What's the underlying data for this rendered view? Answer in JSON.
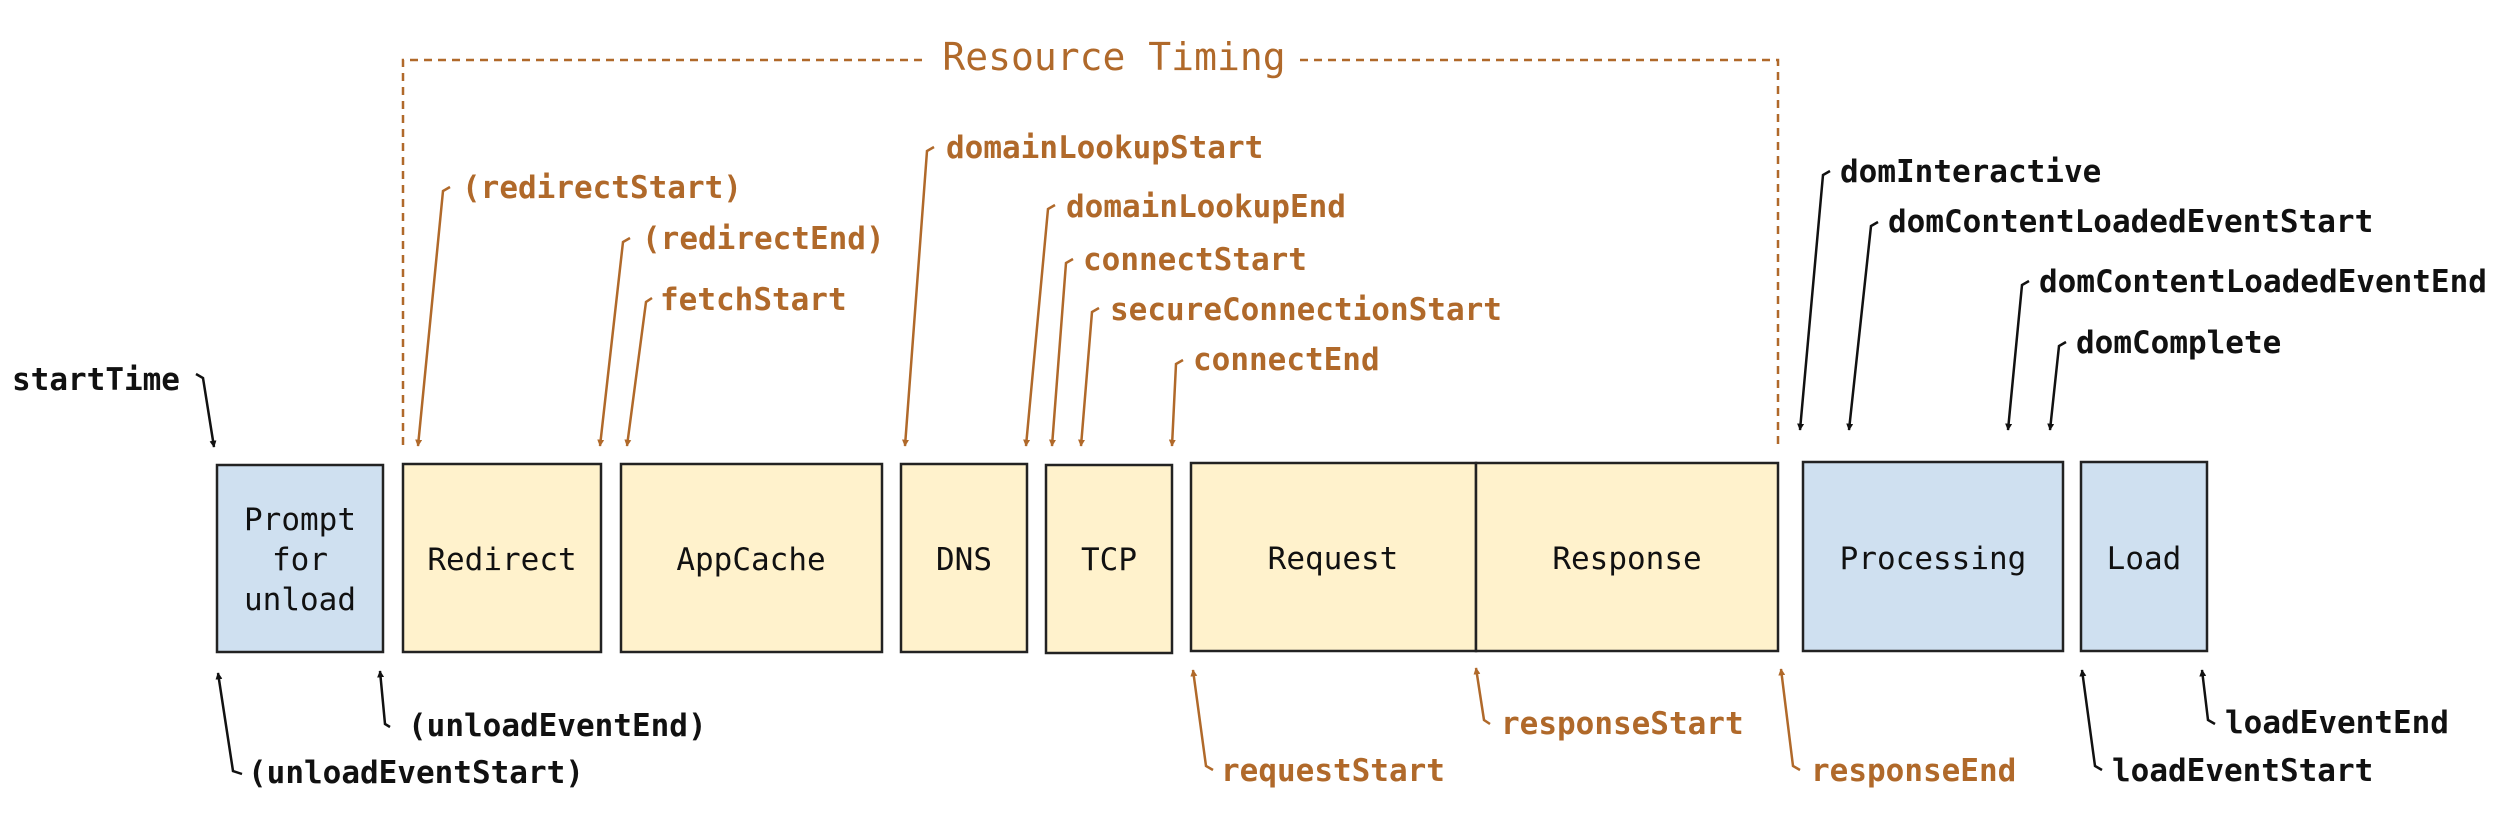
{
  "colors": {
    "orange": "#b0692a",
    "black": "#111111",
    "blue_fill": "#cfe0f0",
    "yellow_fill": "#fff2cc",
    "box_stroke": "#222222"
  },
  "resource_timing_label": "Resource Timing",
  "boxes": [
    {
      "id": "prompt",
      "lines": [
        "Prompt",
        "for",
        "unload"
      ],
      "fill": "blue"
    },
    {
      "id": "redirect",
      "lines": [
        "Redirect"
      ],
      "fill": "yellow"
    },
    {
      "id": "appcache",
      "lines": [
        "AppCache"
      ],
      "fill": "yellow"
    },
    {
      "id": "dns",
      "lines": [
        "DNS"
      ],
      "fill": "yellow"
    },
    {
      "id": "tcp",
      "lines": [
        "TCP"
      ],
      "fill": "yellow"
    },
    {
      "id": "request",
      "lines": [
        "Request"
      ],
      "fill": "yellow"
    },
    {
      "id": "response",
      "lines": [
        "Response"
      ],
      "fill": "yellow"
    },
    {
      "id": "processing",
      "lines": [
        "Processing"
      ],
      "fill": "blue"
    },
    {
      "id": "load",
      "lines": [
        "Load"
      ],
      "fill": "blue"
    }
  ],
  "markers": [
    {
      "id": "startTime",
      "text": "startTime",
      "color": "black"
    },
    {
      "id": "unloadEventStart",
      "text": "(unloadEventStart)",
      "color": "black"
    },
    {
      "id": "unloadEventEnd",
      "text": "(unloadEventEnd)",
      "color": "black"
    },
    {
      "id": "redirectStart",
      "text": "(redirectStart)",
      "color": "orange"
    },
    {
      "id": "redirectEnd",
      "text": "(redirectEnd)",
      "color": "orange"
    },
    {
      "id": "fetchStart",
      "text": "fetchStart",
      "color": "orange"
    },
    {
      "id": "domainLookupStart",
      "text": "domainLookupStart",
      "color": "orange"
    },
    {
      "id": "domainLookupEnd",
      "text": "domainLookupEnd",
      "color": "orange"
    },
    {
      "id": "connectStart",
      "text": "connectStart",
      "color": "orange"
    },
    {
      "id": "secureConnectionStart",
      "text": "secureConnectionStart",
      "color": "orange"
    },
    {
      "id": "connectEnd",
      "text": "connectEnd",
      "color": "orange"
    },
    {
      "id": "requestStart",
      "text": "requestStart",
      "color": "orange"
    },
    {
      "id": "responseStart",
      "text": "responseStart",
      "color": "orange"
    },
    {
      "id": "responseEnd",
      "text": "responseEnd",
      "color": "orange"
    },
    {
      "id": "domInteractive",
      "text": "domInteractive",
      "color": "black"
    },
    {
      "id": "domContentLoadedEventStart",
      "text": "domContentLoadedEventStart",
      "color": "black"
    },
    {
      "id": "domContentLoadedEventEnd",
      "text": "domContentLoadedEventEnd",
      "color": "black"
    },
    {
      "id": "domComplete",
      "text": "domComplete",
      "color": "black"
    },
    {
      "id": "loadEventStart",
      "text": "loadEventStart",
      "color": "black"
    },
    {
      "id": "loadEventEnd",
      "text": "loadEventEnd",
      "color": "black"
    }
  ]
}
